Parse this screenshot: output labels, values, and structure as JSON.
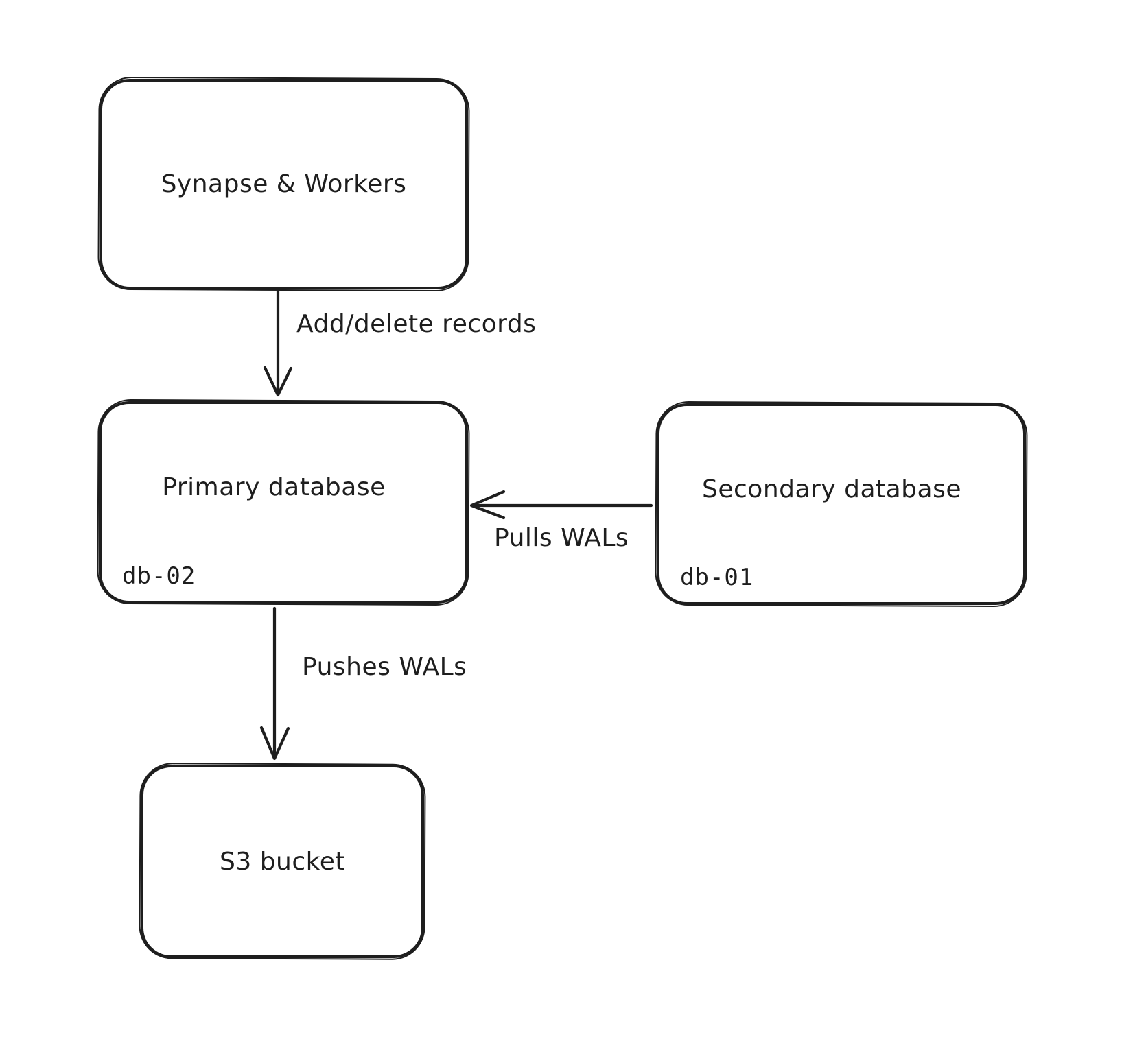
{
  "diagram": {
    "background_color": "#ffffff",
    "stroke_color": "#1e1e1e",
    "nodes": [
      {
        "id": "synapse",
        "title": "Synapse & Workers"
      },
      {
        "id": "primary",
        "title": "Primary database",
        "sublabel": "db-02"
      },
      {
        "id": "secondary",
        "title": "Secondary database",
        "sublabel": "db-01"
      },
      {
        "id": "s3",
        "title": "S3 bucket"
      }
    ],
    "edges": [
      {
        "id": "add-delete",
        "from": "synapse",
        "to": "primary",
        "label": "Add/delete records",
        "direction": "down"
      },
      {
        "id": "pulls-wals",
        "from": "secondary",
        "to": "primary",
        "label": "Pulls WALs",
        "direction": "left"
      },
      {
        "id": "pushes-wals",
        "from": "primary",
        "to": "s3",
        "label": "Pushes WALs",
        "direction": "down"
      }
    ]
  }
}
